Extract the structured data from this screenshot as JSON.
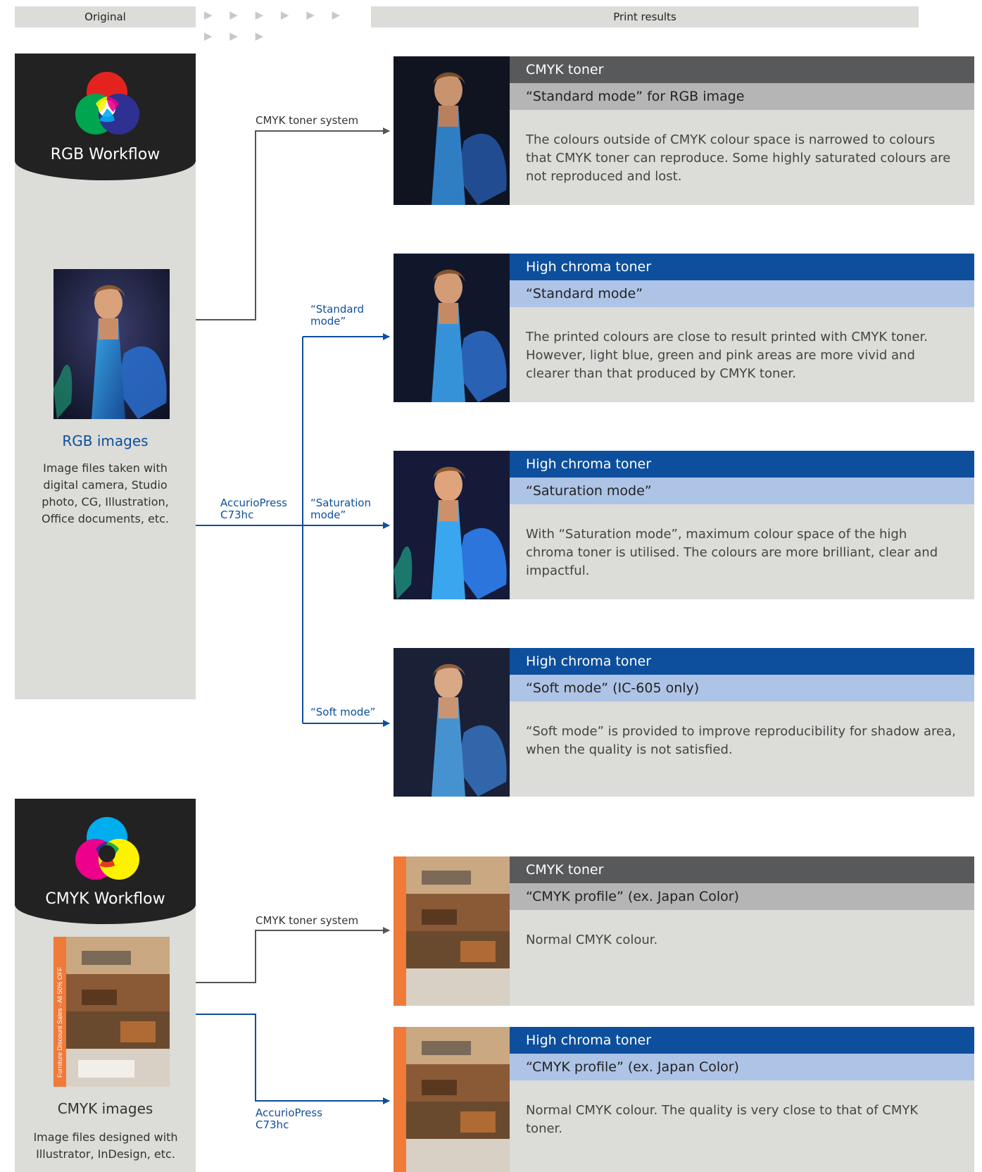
{
  "header": {
    "original_label": "Original",
    "arrows": "▶ ▶ ▶ ▶ ▶ ▶ ▶ ▶ ▶",
    "print_results_label": "Print results"
  },
  "rgb": {
    "workflow_title": "RGB Workflow",
    "images_title": "RGB images",
    "images_desc": "Image files taken with digital camera, Studio photo, CG, Illustration, Office documents, etc.",
    "path_cmyk_label": "CMYK toner system",
    "path_hc_label": "AccurioPress C73hc",
    "mode_standard": "“Standard mode”",
    "mode_saturation": "“Saturation mode”",
    "mode_soft": "“Soft mode”",
    "results": [
      {
        "toner": "CMYK toner",
        "mode": "“Standard mode” for RGB image",
        "desc": "The colours outside of CMYK colour space is narrowed to colours that CMYK toner can reproduce. Some highly saturated colours are not reproduced and lost."
      },
      {
        "toner": "High chroma toner",
        "mode": "“Standard mode”",
        "desc": "The printed colours are close to result printed with CMYK toner. However, light blue, green and pink areas are more vivid and clearer than that produced by CMYK toner."
      },
      {
        "toner": "High chroma toner",
        "mode": "“Saturation mode”",
        "desc": "With “Saturation mode”, maximum colour space of the high chroma toner is utilised. The colours are more brilliant, clear and impactful."
      },
      {
        "toner": "High chroma toner",
        "mode": "“Soft mode” (IC-605 only)",
        "desc": "“Soft mode” is provided to improve reproducibility for shadow area, when the quality is not satisfied."
      }
    ]
  },
  "cmyk": {
    "workflow_title": "CMYK Workflow",
    "images_title": "CMYK images",
    "images_desc": "Image files designed with Illustrator, InDesign, etc.",
    "path_cmyk_label": "CMYK toner system",
    "path_hc_label": "AccurioPress C73hc",
    "flyer_text": "Furniture Discount Sales - All 50% OFF",
    "results": [
      {
        "toner": "CMYK toner",
        "mode": "“CMYK profile” (ex. Japan Color)",
        "desc": "Normal CMYK colour."
      },
      {
        "toner": "High chroma toner",
        "mode": "“CMYK profile” (ex. Japan Color)",
        "desc": "Normal CMYK colour. The quality is very close to that of CMYK toner."
      }
    ]
  },
  "colors": {
    "blue": "#0d4f9c",
    "dark_gray": "#58595b",
    "panel_gray": "#dcdcd8"
  }
}
